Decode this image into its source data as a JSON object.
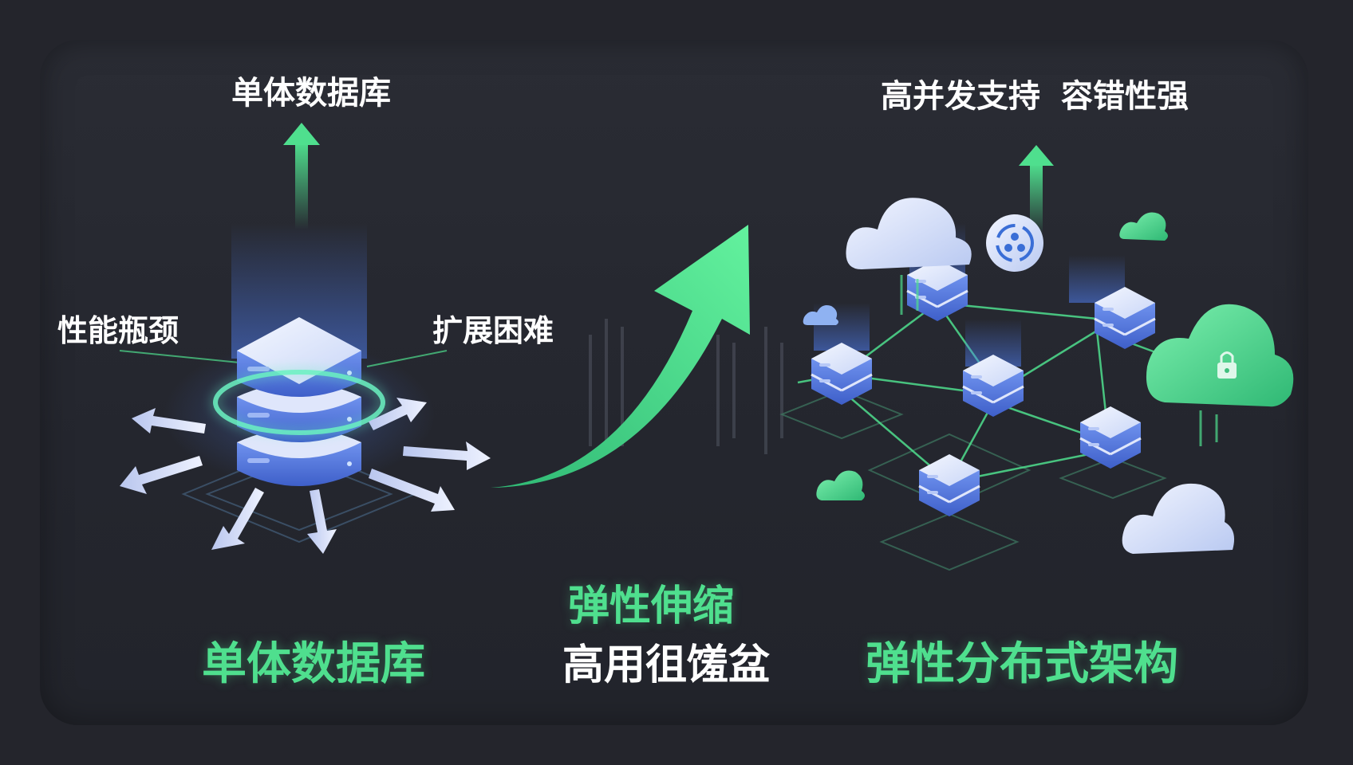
{
  "left": {
    "top_label": "单体数据库",
    "left_label": "性能瓶颈",
    "right_label": "扩展困难",
    "bottom_label": "单体数据库"
  },
  "middle": {
    "label_green": "弹性伸缩",
    "label_white": "高用徂馐盆"
  },
  "right": {
    "top_label_1": "高并发支持",
    "top_label_2": "容错性强",
    "bottom_label": "弹性分布式架构"
  },
  "colors": {
    "background": "#24252c",
    "panel": "#2a2c34",
    "accent_green": "#4fdf8e",
    "server_blue": "#5b7fe6",
    "cloud_white": "#e6ecfb",
    "cloud_green": "#4fd88a"
  }
}
